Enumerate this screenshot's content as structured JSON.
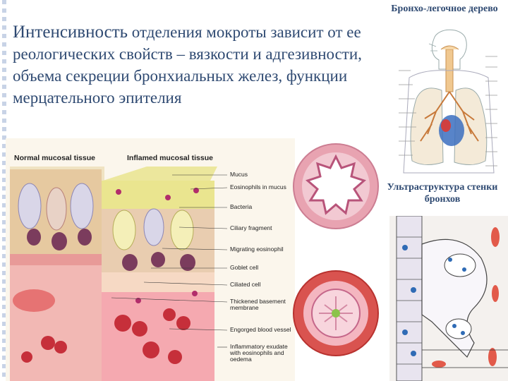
{
  "slide": {
    "text_part1": "Интенсивность",
    "text_part2": " отделения мокроты зависит от ее реологических свойств – вязкости и адгезивности, объема секреции бронхиальных желез, функции мерцательного эпителия"
  },
  "bronchial_tree": {
    "caption": "Бронхо-легочное дерево"
  },
  "ultrastructure": {
    "caption": "Ультраструктура стенки бронхов"
  },
  "tissue_figure": {
    "normal_header": "Normal mucosal tissue",
    "inflamed_header": "Inflamed mucosal tissue",
    "labels": {
      "mucus": "Mucus",
      "eosinophils": "Eosinophils in mucus",
      "bacteria": "Bacteria",
      "ciliary": "Ciliary fragment",
      "migrating": "Migrating eosinophil",
      "goblet": "Goblet cell",
      "ciliated": "Ciliated cell",
      "basement_1": "Thickened basement",
      "basement_2": "membrane",
      "vessel": "Engorged blood vessel",
      "exudate_1": "Inflammatory exudate",
      "exudate_2": "with eosinophils and",
      "exudate_3": "oedema"
    }
  }
}
